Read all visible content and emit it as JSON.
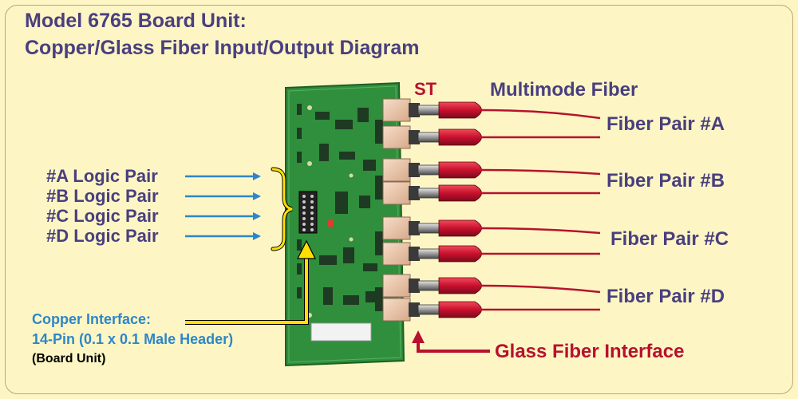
{
  "title": {
    "line1": "Model 6765 Board Unit:",
    "line2": "Copper/Glass Fiber Input/Output Diagram"
  },
  "connector_label": "ST",
  "fiber_type_label": "Multimode Fiber",
  "fiber_pairs": [
    {
      "label": "Fiber Pair #A"
    },
    {
      "label": "Fiber Pair #B"
    },
    {
      "label": "Fiber Pair #C"
    },
    {
      "label": "Fiber Pair #D"
    }
  ],
  "logic_pairs": [
    {
      "label": "#A Logic Pair"
    },
    {
      "label": "#B Logic Pair"
    },
    {
      "label": "#C Logic Pair"
    },
    {
      "label": "#D Logic Pair"
    }
  ],
  "copper": {
    "line1": "Copper Interface:",
    "line2": "14-Pin (0.1 x 0.1 Male Header)",
    "line3": "(Board Unit)"
  },
  "glass_interface_label": "Glass Fiber Interface",
  "colors": {
    "background": "#fdf6c4",
    "title": "#4a3f7e",
    "accent_red": "#b6122e",
    "accent_blue": "#2e86c8",
    "board_green": "#2f8f3c",
    "pointer_yellow": "#ffe000"
  }
}
